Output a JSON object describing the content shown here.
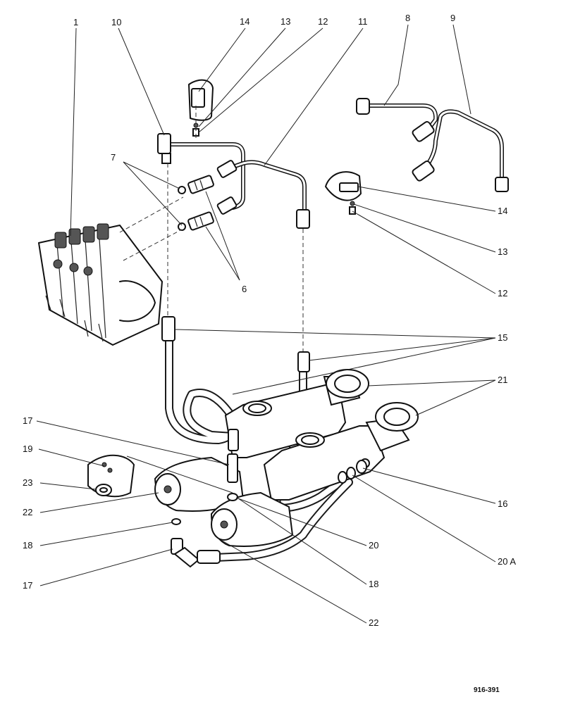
{
  "callouts": {
    "c1": "1",
    "c10": "10",
    "c14_top": "14",
    "c13_top": "13",
    "c12_top": "12",
    "c11": "11",
    "c8": "8",
    "c9": "9",
    "c7": "7",
    "c14_right": "14",
    "c13_right": "13",
    "c12_right": "12",
    "c6": "6",
    "c15": "15",
    "c21": "21",
    "c17_upper": "17",
    "c19": "19",
    "c23": "23",
    "c22_left": "22",
    "c16": "16",
    "c18_left": "18",
    "c20": "20",
    "c20a": "20 A",
    "c17_lower": "17",
    "c18_right": "18",
    "c22_bottom": "22"
  },
  "figure_ref": "916-391"
}
